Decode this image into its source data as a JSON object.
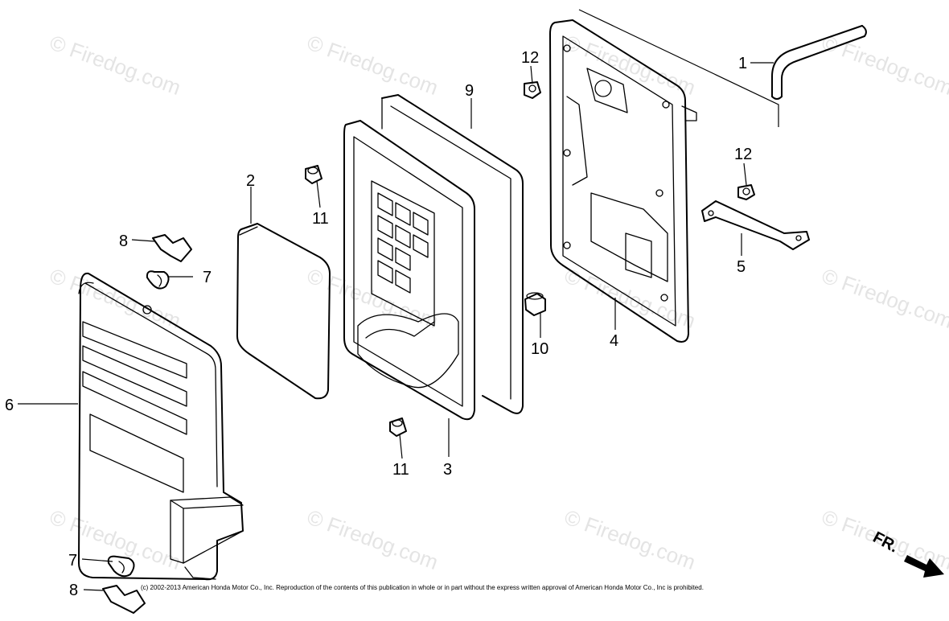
{
  "watermark": "© Firedog.com",
  "copyright": "(c) 2002-2013 American Honda Motor Co., Inc. Reproduction of the contents of this publication in whole or in part without the express written approval of American Honda Motor Co., Inc is prohibited.",
  "direction_label": "FR.",
  "callouts": {
    "c1": "1",
    "c2": "2",
    "c3": "3",
    "c4": "4",
    "c5": "5",
    "c6": "6",
    "c7a": "7",
    "c7b": "7",
    "c8a": "8",
    "c8b": "8",
    "c9": "9",
    "c10": "10",
    "c11a": "11",
    "c11b": "11",
    "c12a": "12",
    "c12b": "12"
  }
}
